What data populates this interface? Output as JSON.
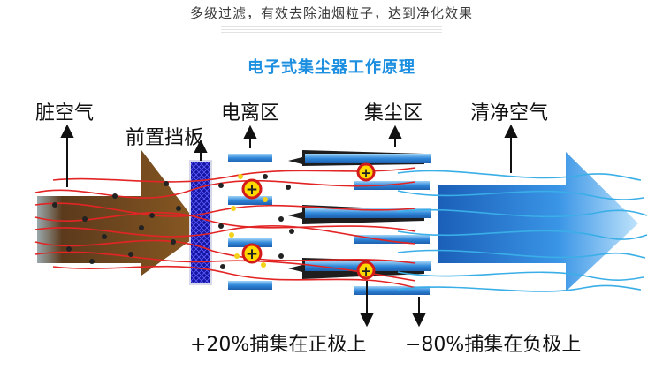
{
  "header": {
    "title": "多级过滤，有效去除油烟粒子，达到净化效果"
  },
  "diagram": {
    "title": "电子式集尘器工作原理",
    "labels": {
      "dirty_air": "脏空气",
      "front_baffle": "前置挡板",
      "ionization_zone": "电离区",
      "collection_zone": "集尘区",
      "clean_air": "清净空气",
      "positive_capture": "+20%捕集在正极上",
      "negative_capture": "−80%捕集在负极上"
    },
    "particle_charge_symbol": "+",
    "colors": {
      "title": "#1c8fe0",
      "dirty_arrow": "#6b3d12",
      "clean_arrow": "#2f8fe0",
      "airflow_dirty": "#e32424",
      "airflow_clean": "#3aaee6",
      "baffle": "#1a1aa8",
      "plate": "#3a8ee0",
      "electrode": "#1e1e1e",
      "charge_fill": "#ffd800"
    }
  }
}
